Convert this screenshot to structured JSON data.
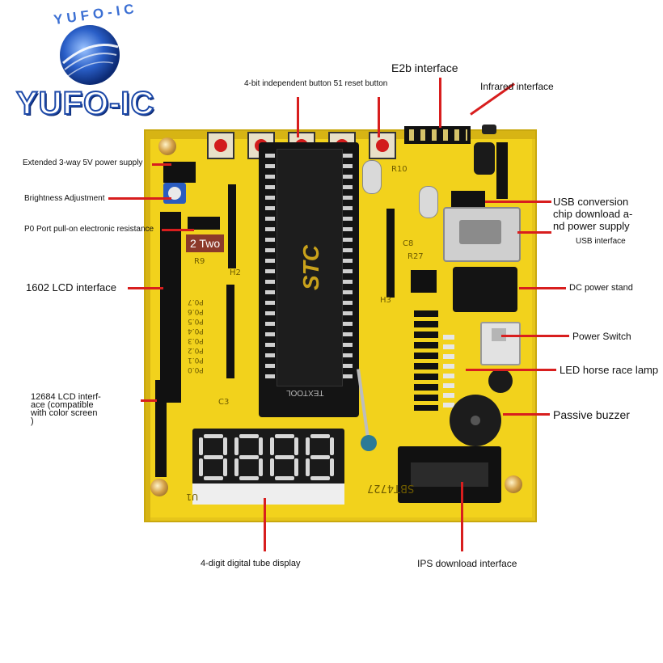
{
  "brand": {
    "logo_text": "YUFO-IC",
    "arc_text": "YUFO-IC",
    "color": "#2d6bd6"
  },
  "colors": {
    "pointer": "#d81e1e",
    "board": "#f2d21c"
  },
  "labels": {
    "extended_power": "Extended 3-way 5V power supply",
    "brightness": "Brightness Adjustment",
    "p0_resistance": "P0 Port pull-on electronic resistance",
    "two": "2 Two",
    "lcd1602": "1602 LCD interface",
    "lcd12684_line1": "12684 LCD interf-",
    "lcd12684_line2": "ace (compatible",
    "lcd12684_line3": "with color screen",
    "lcd12684_line4": ")",
    "buttons": "4-bit independent button 51 reset button",
    "e2b": "E2b interface",
    "infrared": "Infrared interface",
    "usb_chip_line1": "USB conversion",
    "usb_chip_line2": "chip download a-",
    "usb_chip_line3": "nd power supply",
    "usb_interface": "USB interface",
    "dc_power": "DC power stand",
    "power_switch": "Power Switch",
    "led": "LED horse race lamp",
    "buzzer": "Passive buzzer",
    "digital_tube": "4-digit digital tube display",
    "ips": "IPS download interface"
  },
  "board_text": {
    "chip_brand": "STC",
    "chip_sub": "TEXTOOL",
    "silk_ports": [
      "P0.7",
      "P0.6",
      "P0.5",
      "P0.4",
      "P0.3",
      "P0.2",
      "P0.1",
      "P0.0"
    ],
    "silk_r9": "R9",
    "silk_c3": "C3",
    "silk_r10": "R10",
    "silk_c8": "C8",
    "silk_r27": "R27",
    "silk_h3": "H3",
    "silk_h2": "H2",
    "silk_sbt": "SBT4727",
    "silk_u1": "U1"
  }
}
